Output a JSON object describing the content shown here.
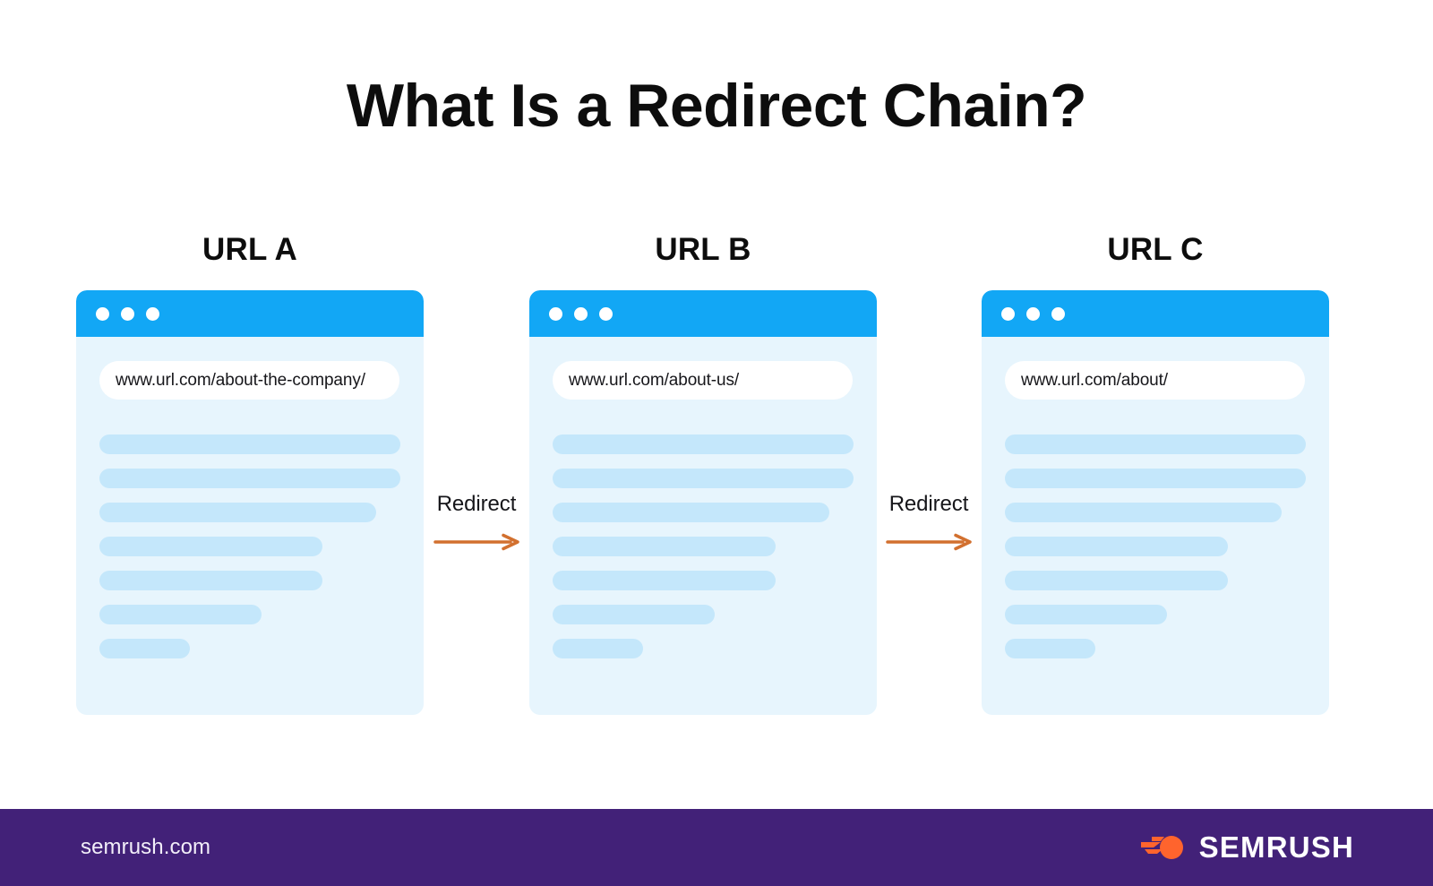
{
  "page": {
    "title": "What Is a Redirect Chain?",
    "background_color": "#ffffff"
  },
  "theme": {
    "title_color": "#0d0d0d",
    "browser_bar_blue": "#12a7f5",
    "card_body_blue": "#e7f5fd",
    "skeleton_blue": "#c4e7fb",
    "arrow_orange": "#d2702f",
    "footer_purple": "#422178",
    "brand_orange": "#ff642d"
  },
  "cards": [
    {
      "label": "URL A",
      "url": "www.url.com/about-the-company/",
      "dots": [
        "dot-1",
        "dot-2",
        "dot-3"
      ],
      "skeleton_widths": [
        "100%",
        "100%",
        "92%",
        "74%",
        "74%",
        "54%",
        "30%"
      ]
    },
    {
      "label": "URL B",
      "url": "www.url.com/about-us/",
      "dots": [
        "dot-1",
        "dot-2",
        "dot-3"
      ],
      "skeleton_widths": [
        "100%",
        "100%",
        "92%",
        "74%",
        "74%",
        "54%",
        "30%"
      ]
    },
    {
      "label": "URL C",
      "url": "www.url.com/about/",
      "dots": [
        "dot-1",
        "dot-2",
        "dot-3"
      ],
      "skeleton_widths": [
        "100%",
        "100%",
        "92%",
        "74%",
        "74%",
        "54%",
        "30%"
      ]
    }
  ],
  "connectors": [
    {
      "label": "Redirect",
      "icon": "arrow-right-icon"
    },
    {
      "label": "Redirect",
      "icon": "arrow-right-icon"
    }
  ],
  "footer": {
    "site": "semrush.com",
    "brand_name": "SEMRUSH",
    "brand_icon": "semrush-comet-logo-icon"
  }
}
